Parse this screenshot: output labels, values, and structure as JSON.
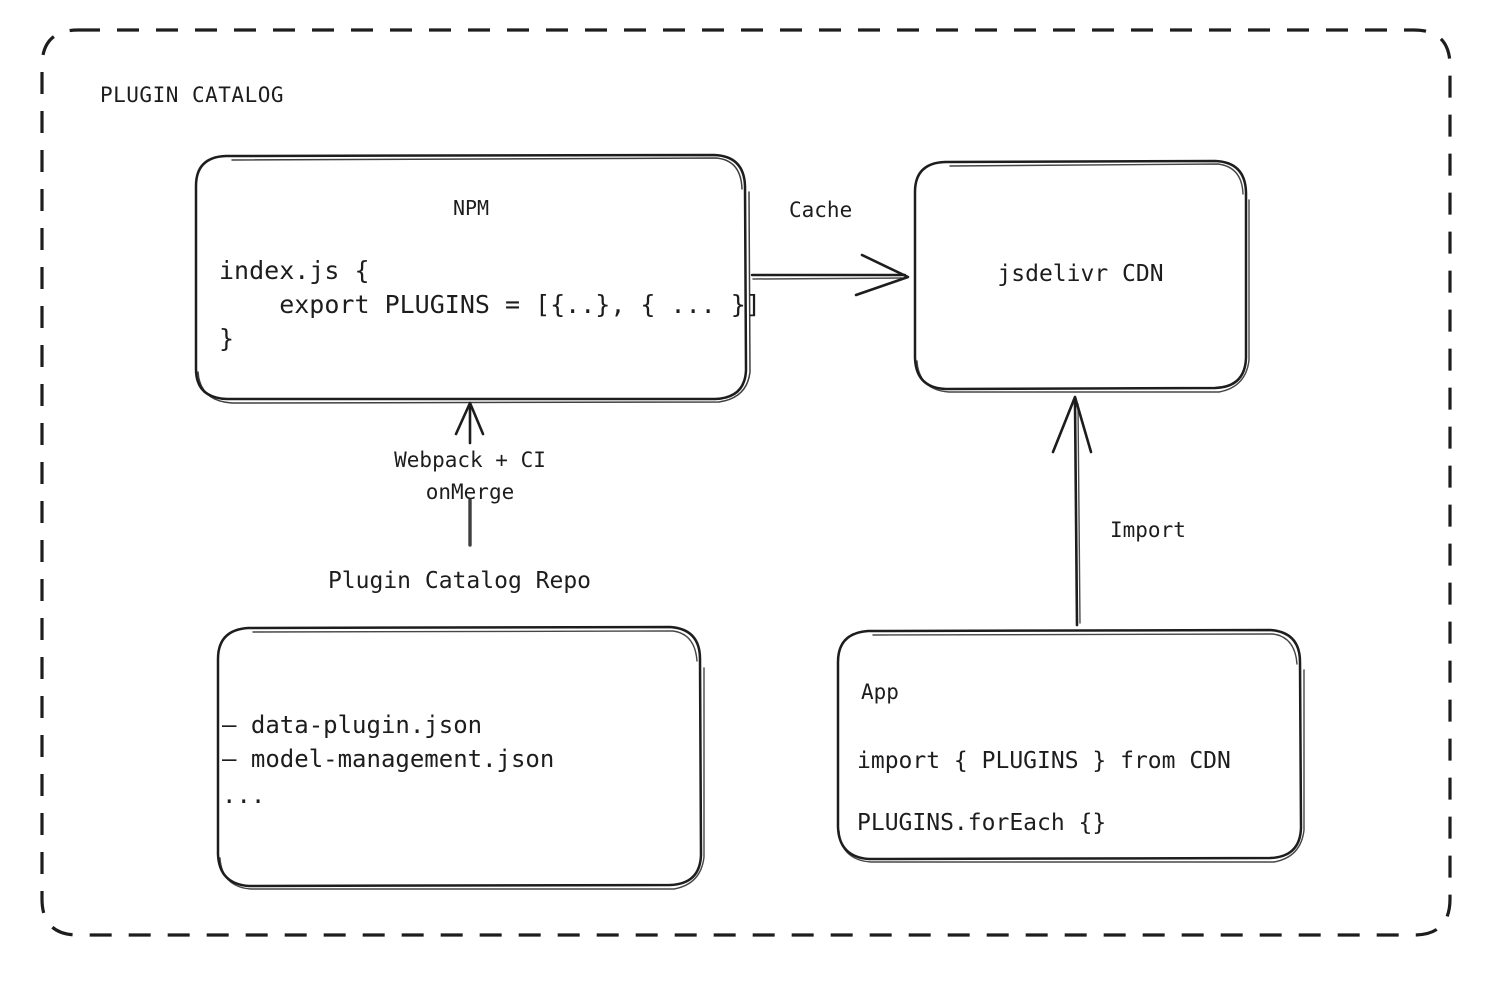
{
  "diagram": {
    "container_label": "PLUGIN CATALOG",
    "style": {
      "stroke": "#1d1d1f",
      "background": "#ffffff",
      "container_border": "dashed"
    }
  },
  "nodes": {
    "npm": {
      "title": "NPM",
      "code_lines": [
        "index.js {",
        "    export PLUGINS = [{..}, { ... }]",
        "}"
      ]
    },
    "cdn": {
      "title": "jsdelivr CDN"
    },
    "repo": {
      "caption": "Plugin Catalog Repo",
      "items": [
        "– data-plugin.json",
        "– model-management.json",
        "..."
      ]
    },
    "app": {
      "title": "App",
      "code_lines": [
        "import { PLUGINS } from CDN",
        "PLUGINS.forEach {}"
      ]
    }
  },
  "edges": {
    "npm_to_cdn": {
      "label": "Cache",
      "from": "npm",
      "to": "cdn",
      "direction": "right"
    },
    "repo_to_npm": {
      "label_line1": "Webpack + CI",
      "label_line2": "onMerge",
      "from": "repo",
      "to": "npm",
      "direction": "up"
    },
    "app_to_cdn": {
      "label": "Import",
      "from": "app",
      "to": "cdn",
      "direction": "up"
    }
  }
}
